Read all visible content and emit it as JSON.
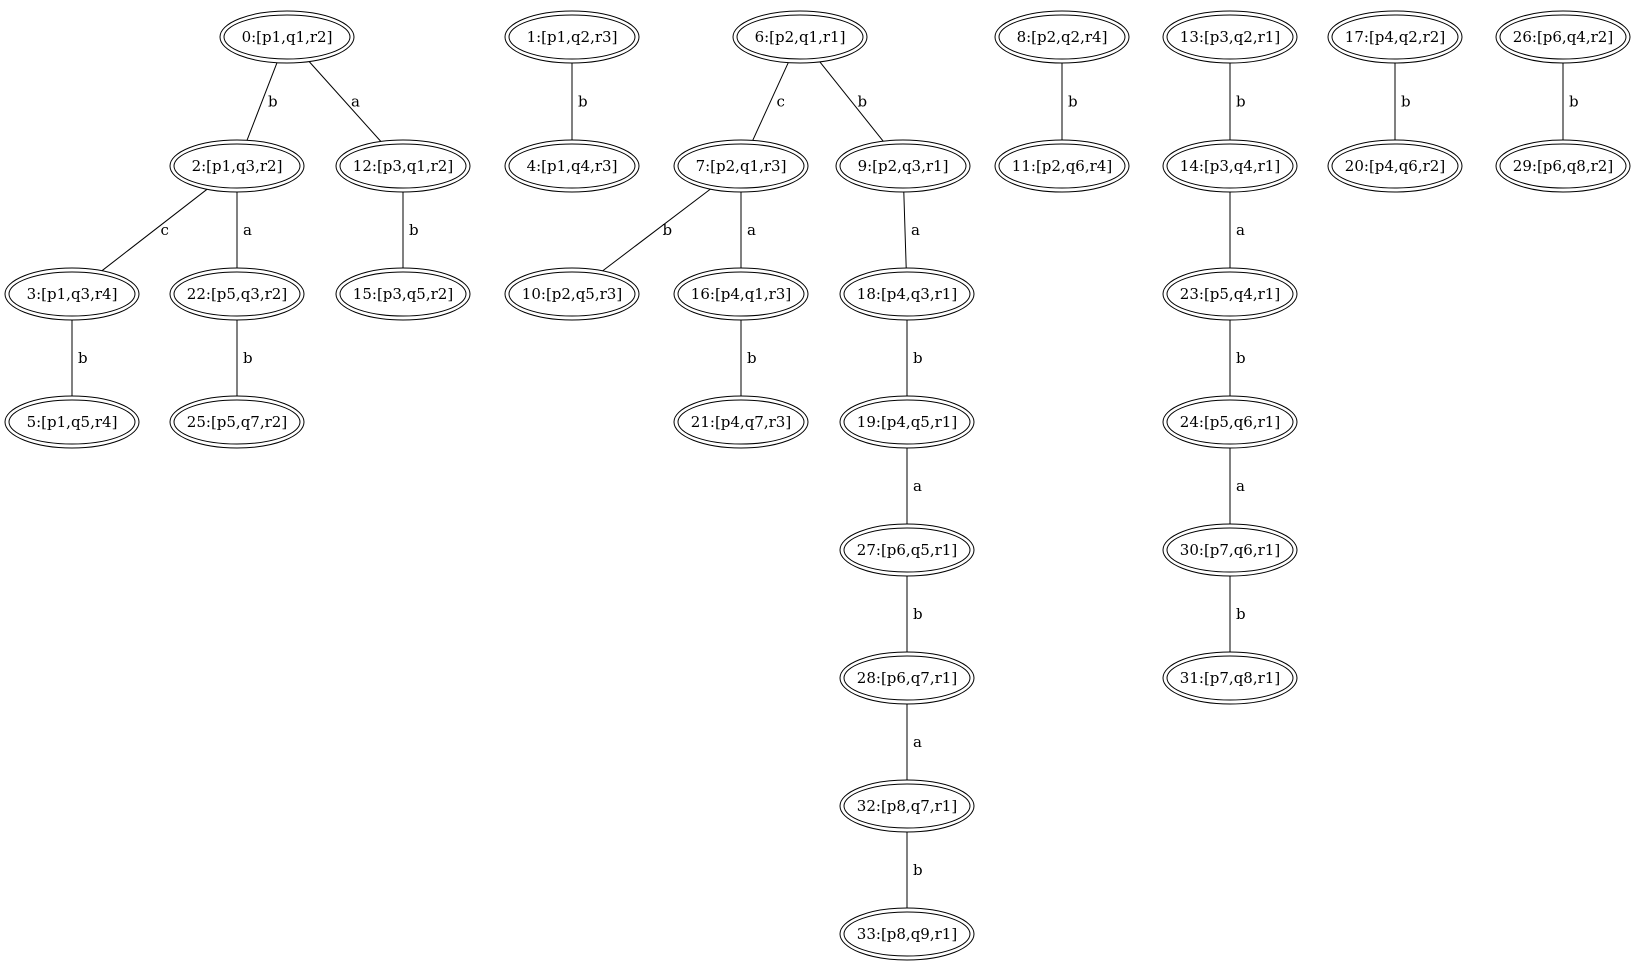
{
  "nodes": [
    {
      "id": "0",
      "label": "0:[p1,q1,r2]"
    },
    {
      "id": "1",
      "label": "1:[p1,q2,r3]"
    },
    {
      "id": "6",
      "label": "6:[p2,q1,r1]"
    },
    {
      "id": "8",
      "label": "8:[p2,q2,r4]"
    },
    {
      "id": "13",
      "label": "13:[p3,q2,r1]"
    },
    {
      "id": "17",
      "label": "17:[p4,q2,r2]"
    },
    {
      "id": "26",
      "label": "26:[p6,q4,r2]"
    },
    {
      "id": "2",
      "label": "2:[p1,q3,r2]"
    },
    {
      "id": "12",
      "label": "12:[p3,q1,r2]"
    },
    {
      "id": "4",
      "label": "4:[p1,q4,r3]"
    },
    {
      "id": "7",
      "label": "7:[p2,q1,r3]"
    },
    {
      "id": "9",
      "label": "9:[p2,q3,r1]"
    },
    {
      "id": "11",
      "label": "11:[p2,q6,r4]"
    },
    {
      "id": "14",
      "label": "14:[p3,q4,r1]"
    },
    {
      "id": "20",
      "label": "20:[p4,q6,r2]"
    },
    {
      "id": "29",
      "label": "29:[p6,q8,r2]"
    },
    {
      "id": "3",
      "label": "3:[p1,q3,r4]"
    },
    {
      "id": "22",
      "label": "22:[p5,q3,r2]"
    },
    {
      "id": "15",
      "label": "15:[p3,q5,r2]"
    },
    {
      "id": "10",
      "label": "10:[p2,q5,r3]"
    },
    {
      "id": "16",
      "label": "16:[p4,q1,r3]"
    },
    {
      "id": "18",
      "label": "18:[p4,q3,r1]"
    },
    {
      "id": "23",
      "label": "23:[p5,q4,r1]"
    },
    {
      "id": "5",
      "label": "5:[p1,q5,r4]"
    },
    {
      "id": "25",
      "label": "25:[p5,q7,r2]"
    },
    {
      "id": "21",
      "label": "21:[p4,q7,r3]"
    },
    {
      "id": "19",
      "label": "19:[p4,q5,r1]"
    },
    {
      "id": "24",
      "label": "24:[p5,q6,r1]"
    },
    {
      "id": "27",
      "label": "27:[p6,q5,r1]"
    },
    {
      "id": "30",
      "label": "30:[p7,q6,r1]"
    },
    {
      "id": "28",
      "label": "28:[p6,q7,r1]"
    },
    {
      "id": "31",
      "label": "31:[p7,q8,r1]"
    },
    {
      "id": "32",
      "label": "32:[p8,q7,r1]"
    },
    {
      "id": "33",
      "label": "33:[p8,q9,r1]"
    }
  ],
  "edges": [
    {
      "from": "0",
      "to": "2",
      "label": "b"
    },
    {
      "from": "0",
      "to": "12",
      "label": "a"
    },
    {
      "from": "2",
      "to": "3",
      "label": "c"
    },
    {
      "from": "2",
      "to": "22",
      "label": "a"
    },
    {
      "from": "12",
      "to": "15",
      "label": "b"
    },
    {
      "from": "3",
      "to": "5",
      "label": "b"
    },
    {
      "from": "22",
      "to": "25",
      "label": "b"
    },
    {
      "from": "1",
      "to": "4",
      "label": "b"
    },
    {
      "from": "6",
      "to": "7",
      "label": "c"
    },
    {
      "from": "6",
      "to": "9",
      "label": "b"
    },
    {
      "from": "7",
      "to": "10",
      "label": "b"
    },
    {
      "from": "7",
      "to": "16",
      "label": "a"
    },
    {
      "from": "16",
      "to": "21",
      "label": "b"
    },
    {
      "from": "9",
      "to": "18",
      "label": "a"
    },
    {
      "from": "18",
      "to": "19",
      "label": "b"
    },
    {
      "from": "19",
      "to": "27",
      "label": "a"
    },
    {
      "from": "27",
      "to": "28",
      "label": "b"
    },
    {
      "from": "28",
      "to": "32",
      "label": "a"
    },
    {
      "from": "32",
      "to": "33",
      "label": "b"
    },
    {
      "from": "8",
      "to": "11",
      "label": "b"
    },
    {
      "from": "13",
      "to": "14",
      "label": "b"
    },
    {
      "from": "14",
      "to": "23",
      "label": "a"
    },
    {
      "from": "23",
      "to": "24",
      "label": "b"
    },
    {
      "from": "24",
      "to": "30",
      "label": "a"
    },
    {
      "from": "30",
      "to": "31",
      "label": "b"
    },
    {
      "from": "17",
      "to": "20",
      "label": "b"
    },
    {
      "from": "26",
      "to": "29",
      "label": "b"
    }
  ]
}
